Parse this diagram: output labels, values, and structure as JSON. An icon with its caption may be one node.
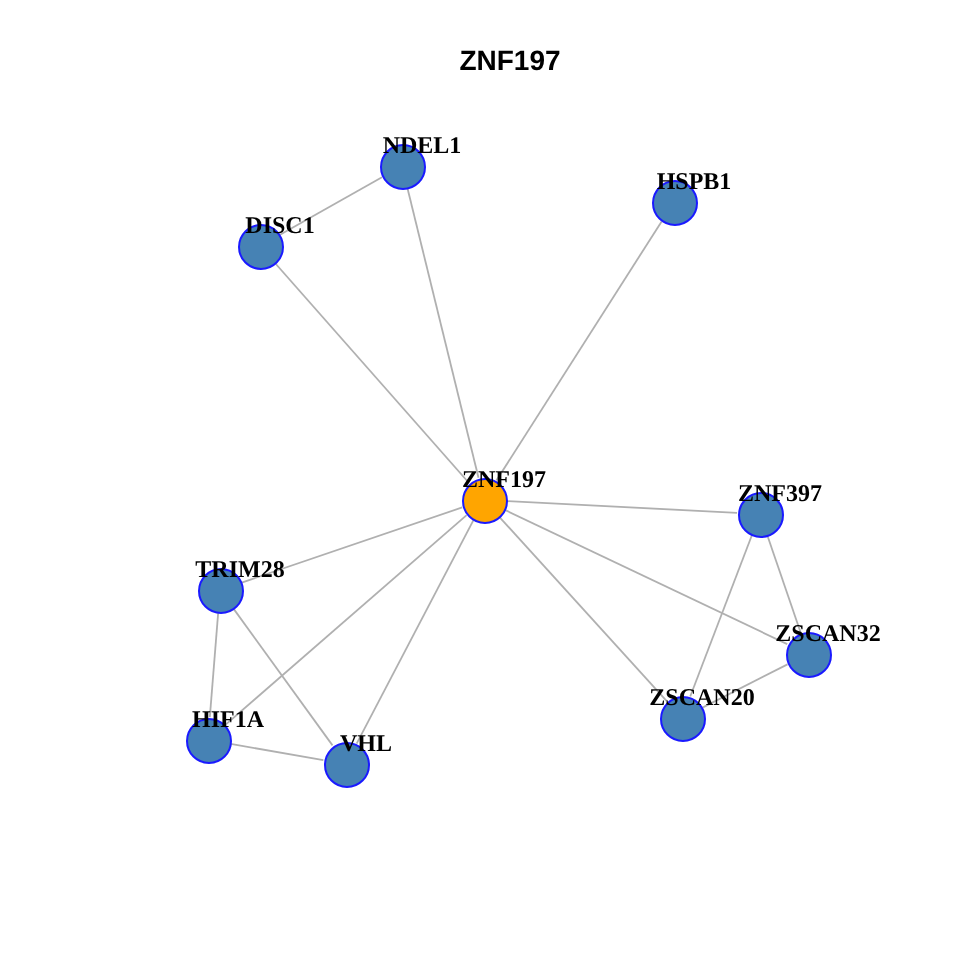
{
  "diagram": {
    "title": "ZNF197",
    "nodes": [
      {
        "text": [
          "NDEL1"
        ]
      },
      {
        "text": [
          "HSPB1"
        ]
      },
      {
        "text": [
          "DISC1"
        ]
      },
      {
        "text": [
          "ZNF197"
        ]
      },
      {
        "text": [
          "ZNF397"
        ]
      },
      {
        "text": [
          "TRIM28"
        ]
      },
      {
        "text": [
          "ZSCAN32"
        ]
      },
      {
        "text": [
          "ZSCAN20"
        ]
      },
      {
        "text": [
          "HIF1A"
        ]
      },
      {
        "text": [
          "VHL"
        ]
      }
    ],
    "edges": [
      {
        "from": 0,
        "to": 2,
        "arrow": "none"
      },
      {
        "from": 0,
        "to": 3,
        "arrow": "none"
      },
      {
        "from": 2,
        "to": 3,
        "arrow": "none"
      },
      {
        "from": 1,
        "to": 3,
        "arrow": "none"
      },
      {
        "from": 3,
        "to": 4,
        "arrow": "none"
      },
      {
        "from": 3,
        "to": 5,
        "arrow": "none"
      },
      {
        "from": 3,
        "to": 6,
        "arrow": "none"
      },
      {
        "from": 3,
        "to": 7,
        "arrow": "none"
      },
      {
        "from": 3,
        "to": 8,
        "arrow": "none"
      },
      {
        "from": 3,
        "to": 9,
        "arrow": "none"
      },
      {
        "from": 4,
        "to": 6,
        "arrow": "none"
      },
      {
        "from": 4,
        "to": 7,
        "arrow": "none"
      },
      {
        "from": 6,
        "to": 7,
        "arrow": "none"
      },
      {
        "from": 5,
        "to": 8,
        "arrow": "none"
      },
      {
        "from": 5,
        "to": 9,
        "arrow": "none"
      },
      {
        "from": 8,
        "to": 9,
        "arrow": "none"
      }
    ]
  }
}
